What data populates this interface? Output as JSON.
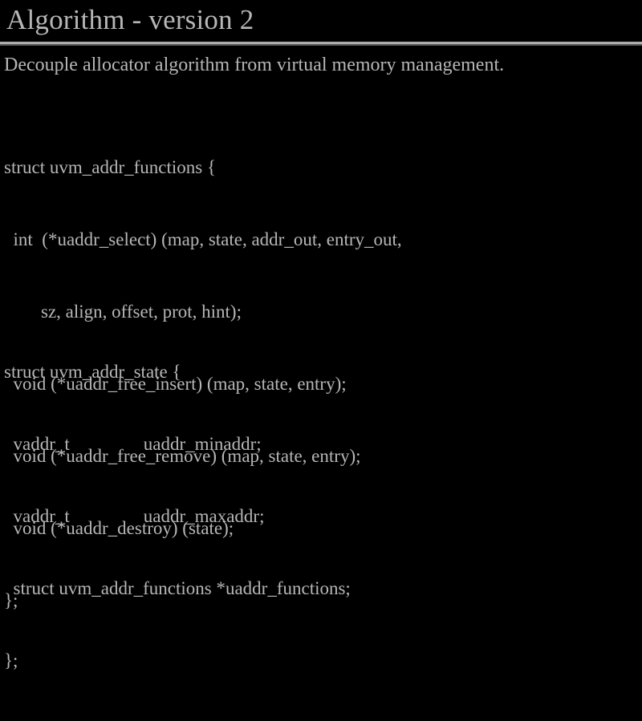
{
  "slide": {
    "title": "Algorithm - version 2",
    "subtitle": "Decouple allocator algorithm from virtual memory management.",
    "background_color": "#000000",
    "text_color": "#b6b6b6",
    "rule_highlight_color": "#adadad",
    "rule_shadow_color": "#585858",
    "code_blocks": [
      {
        "name": "uvm_addr_functions",
        "lines": [
          "struct uvm_addr_functions {",
          "  int  (*uaddr_select) (map, state, addr_out, entry_out,",
          "        sz, align, offset, prot, hint);",
          "  void (*uaddr_free_insert) (map, state, entry);",
          "  void (*uaddr_free_remove) (map, state, entry);",
          "  void (*uaddr_destroy) (state);",
          "};"
        ]
      },
      {
        "name": "uvm_addr_state",
        "lines": [
          "struct uvm_addr_state {",
          "  vaddr_t                uaddr_minaddr;",
          "  vaddr_t                uaddr_maxaddr;",
          "  struct uvm_addr_functions *uaddr_functions;",
          "};"
        ]
      }
    ]
  }
}
